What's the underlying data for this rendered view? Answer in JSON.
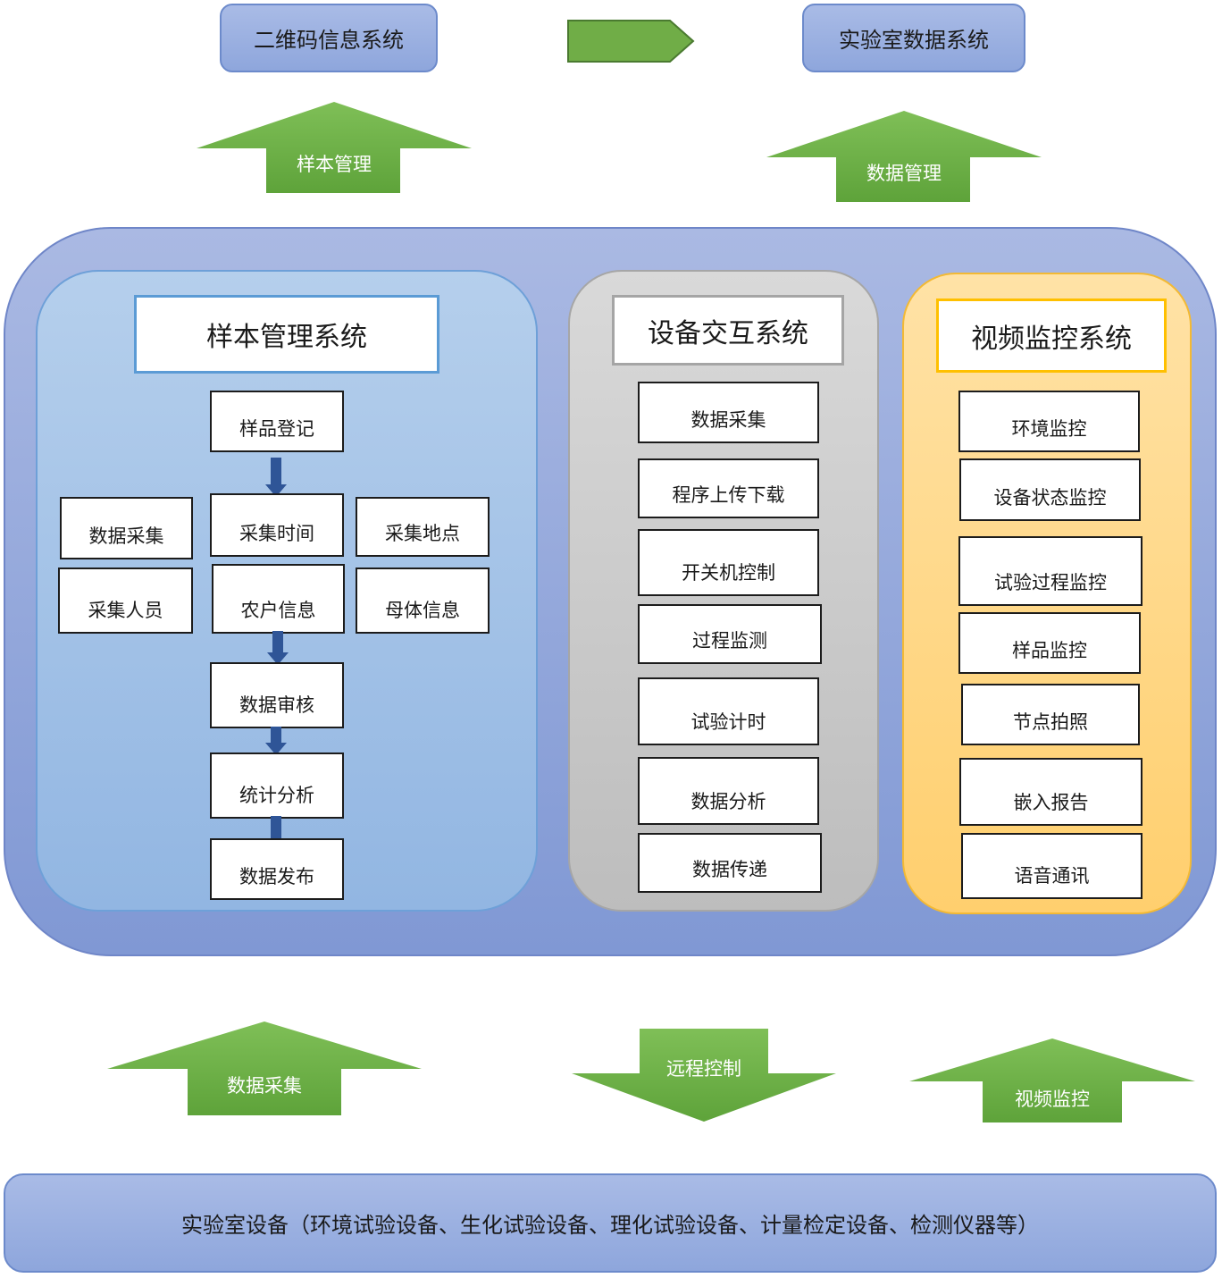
{
  "top": {
    "qr_system": "二维码信息系统",
    "lab_data_system": "实验室数据系统"
  },
  "arrows": {
    "sample_mgmt": "样本管理",
    "data_mgmt": "数据管理",
    "data_collect": "数据采集",
    "remote_control": "远程控制",
    "video_monitor": "视频监控"
  },
  "sample_system": {
    "title": "样本管理系统",
    "registration": "样品登记",
    "collect_time": "采集时间",
    "data_collect": "数据采集",
    "collect_place": "采集地点",
    "collect_person": "采集人员",
    "farmer_info": "农户信息",
    "mother_info": "母体信息",
    "data_review": "数据审核",
    "stat_analysis": "统计分析",
    "data_publish": "数据发布"
  },
  "device_system": {
    "title": "设备交互系统",
    "items": [
      "数据采集",
      "程序上传下载",
      "开关机控制",
      "过程监测",
      "试验计时",
      "数据分析",
      "数据传递"
    ]
  },
  "video_system": {
    "title": "视频监控系统",
    "items": [
      "环境监控",
      "设备状态监控",
      "试验过程监控",
      "样品监控",
      "节点拍照",
      "嵌入报告",
      "语音通讯"
    ]
  },
  "lab_equipment": "实验室设备（环境试验设备、生化试验设备、理化试验设备、计量检定设备、检测仪器等）",
  "colors": {
    "arrow_green": "#70ad47",
    "container_blue": "#8ea6dc",
    "panel_blue": "#9dc3e6",
    "panel_gray": "#c9c9c9",
    "panel_yellow": "#ffd37a",
    "flow_arrow": "#2f5597"
  }
}
